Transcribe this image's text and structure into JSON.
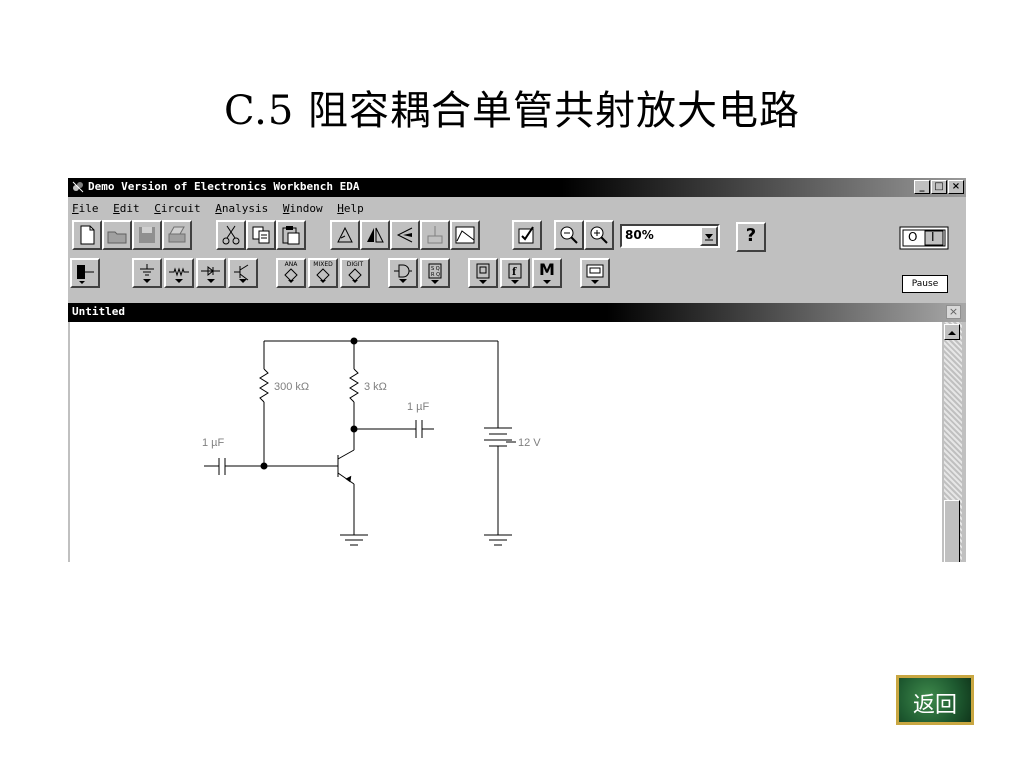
{
  "slide": {
    "title": "C.5  阻容耦合单管共射放大电路",
    "return_label": "返回"
  },
  "window": {
    "title": "Demo Version of Electronics Workbench EDA",
    "minimize": "_",
    "maximize": "□",
    "close": "×"
  },
  "menu": [
    {
      "mnemonic": "F",
      "rest": "ile"
    },
    {
      "mnemonic": "E",
      "rest": "dit"
    },
    {
      "mnemonic": "C",
      "rest": "ircuit"
    },
    {
      "mnemonic": "A",
      "rest": "nalysis"
    },
    {
      "mnemonic": "W",
      "rest": "indow"
    },
    {
      "mnemonic": "H",
      "rest": "elp"
    }
  ],
  "toolbar": {
    "zoom_value": "80%",
    "help_label": "?",
    "pause_label": "Pause",
    "power_off": "O",
    "power_on": "I"
  },
  "parts_bin": {
    "ana_label": "ANA",
    "mixed_label": "MIXED",
    "digit_label": "DIGIT",
    "instruments_label": "M"
  },
  "document": {
    "title": "Untitled",
    "close": "×"
  },
  "circuit": {
    "r_base": "300 kΩ",
    "r_collector": "3 kΩ",
    "c_out": "1 µF",
    "c_in": "1 µF",
    "supply": "12 V"
  }
}
